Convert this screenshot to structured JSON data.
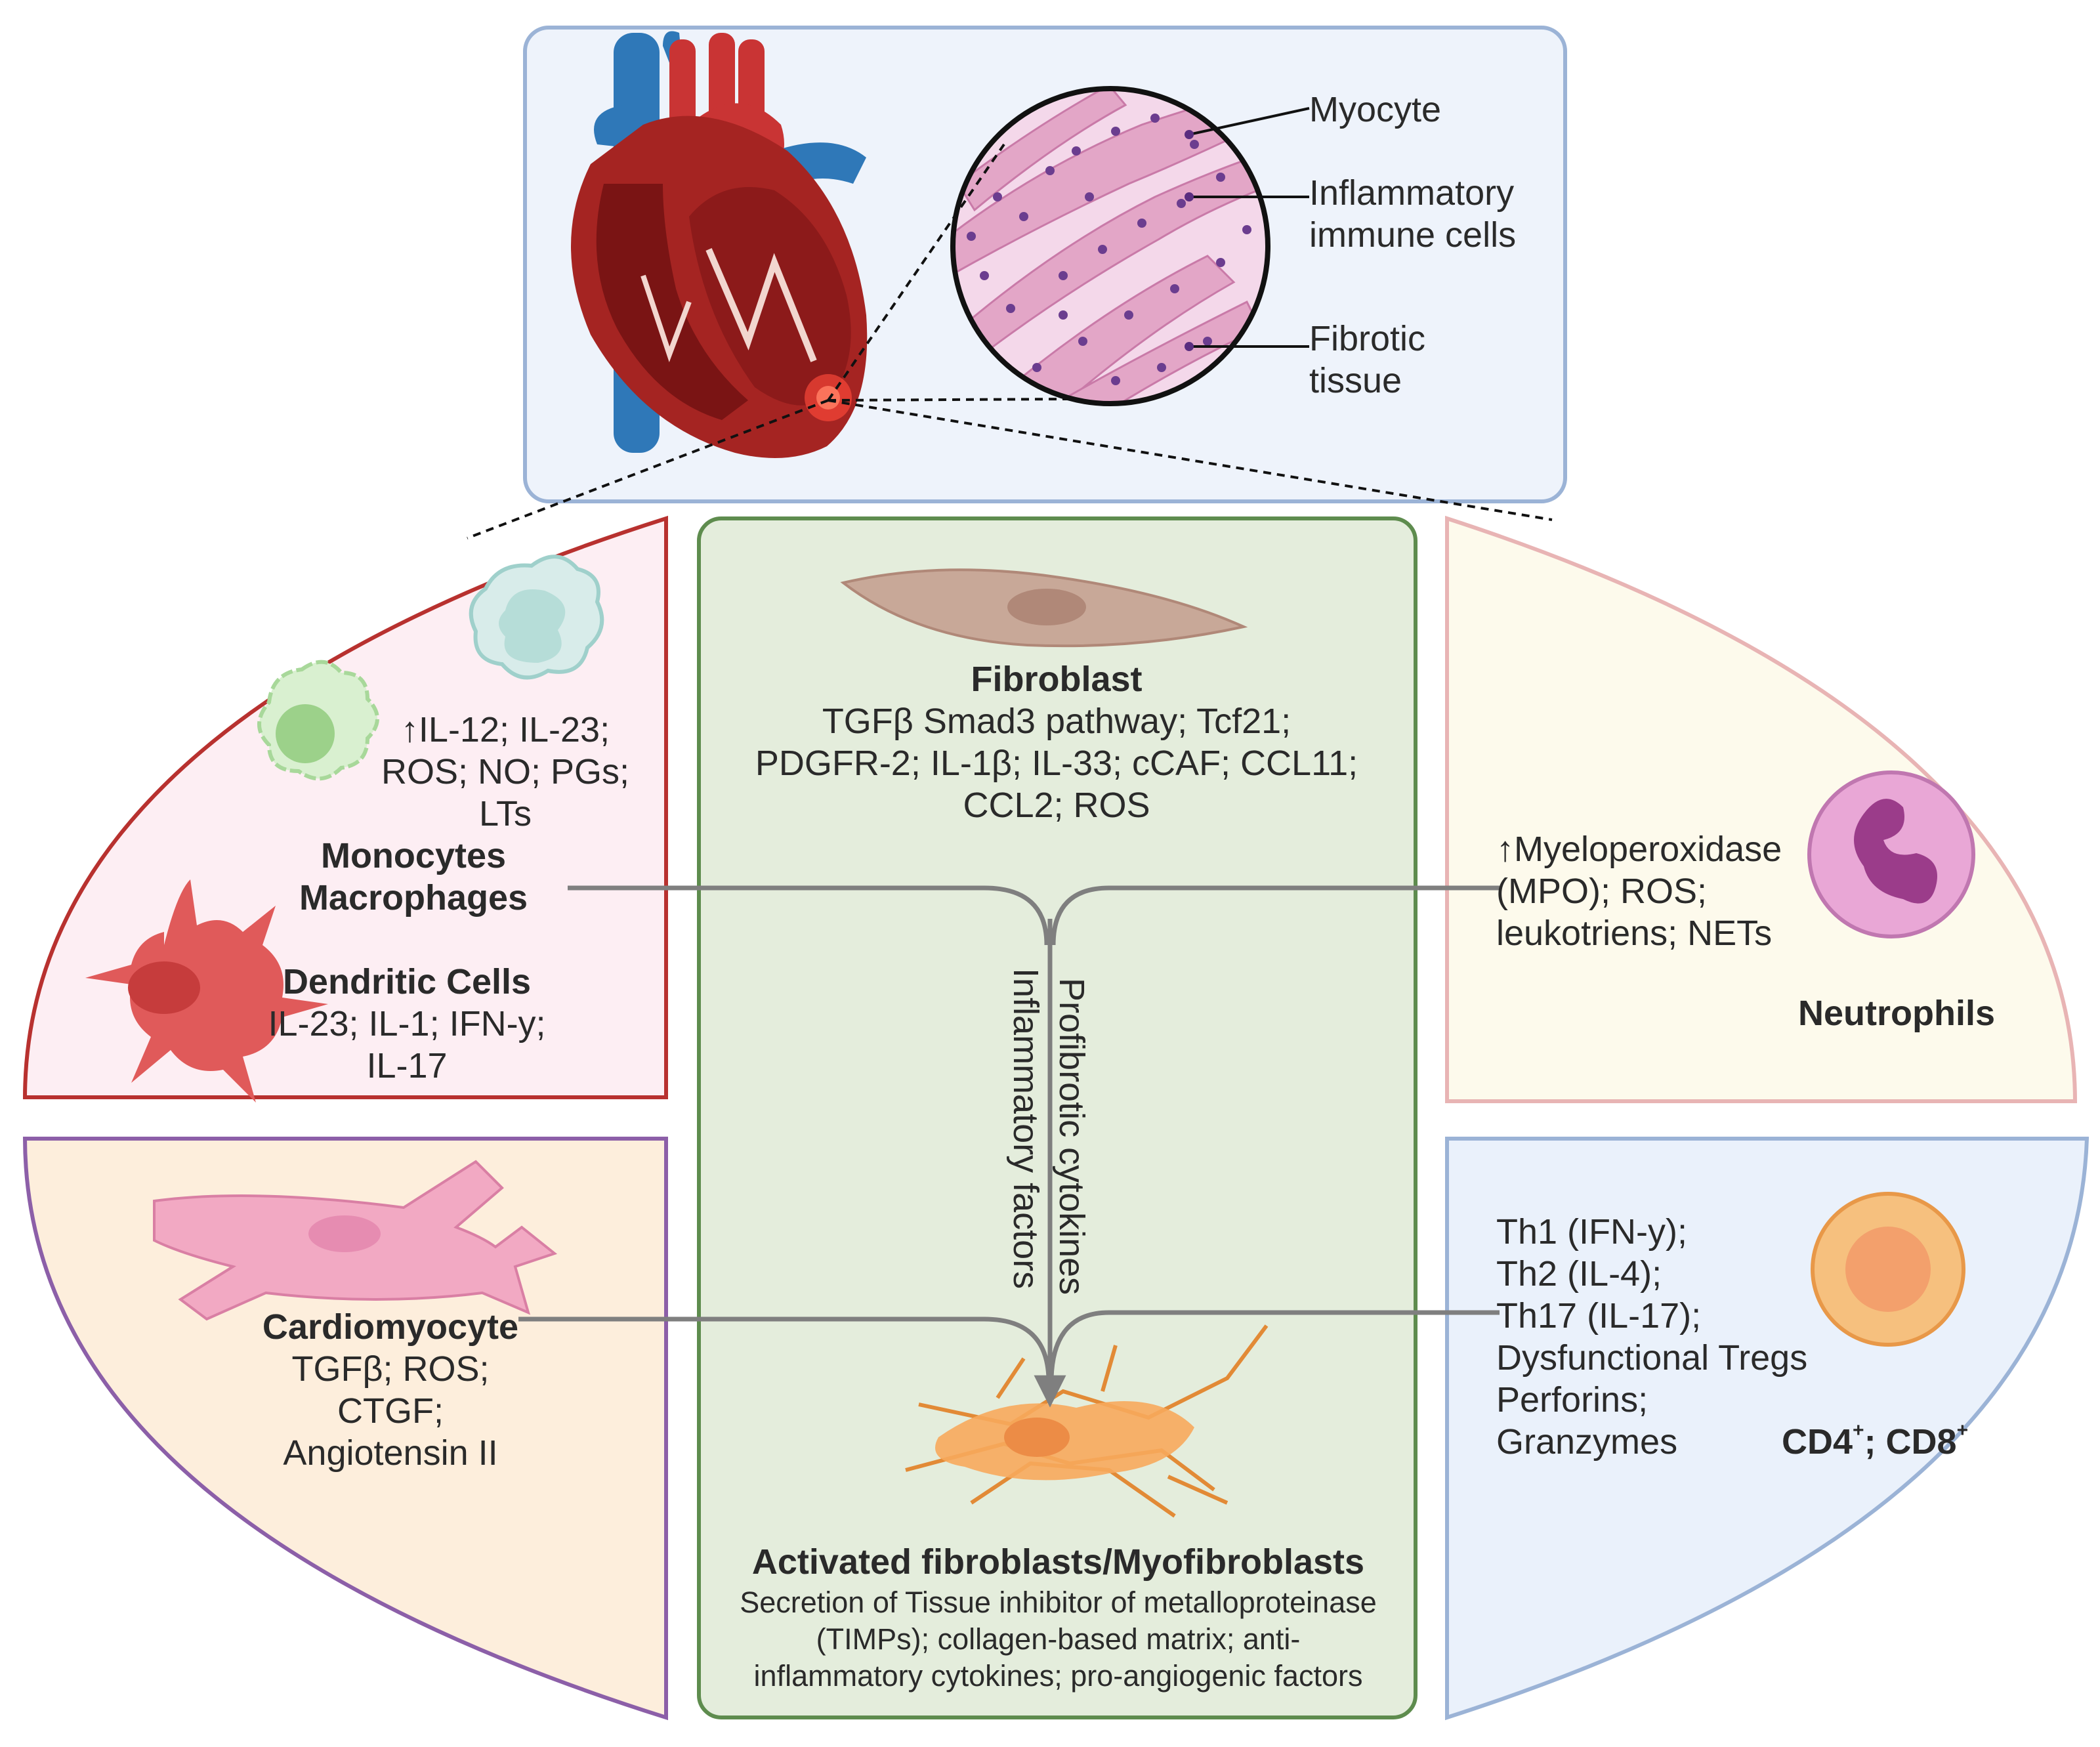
{
  "heart_panel": {
    "labels": {
      "myocyte": "Myocyte",
      "inflammatory_1": "Inflammatory",
      "inflammatory_2": "immune cells",
      "fibrotic_1": "Fibrotic",
      "fibrotic_2": "tissue"
    }
  },
  "mono_panel": {
    "cytokines": [
      "↑IL-12; IL-23;",
      "ROS; NO; PGs;",
      "LTs"
    ],
    "title_1": "Monocytes",
    "title_2": "Macrophages",
    "dendritic_title": "Dendritic Cells",
    "dendritic_lines": [
      "IL-23; IL-1; IFN-y;",
      "IL-17"
    ]
  },
  "fibroblast_panel": {
    "title": "Fibroblast",
    "lines": [
      "TGFβ Smad3 pathway; Tcf21;",
      "PDGFR-2; IL-1β; IL-33; cCAF; CCL11;",
      "CCL2; ROS"
    ],
    "vertical_1": "Profibrotic cytokines",
    "vertical_2": "Inflammatory factors",
    "activated_title": "Activated fibroblasts/Myofibroblasts",
    "activated_lines": [
      "Secretion of Tissue inhibitor of metalloproteinase",
      "(TIMPs); collagen-based matrix; anti-",
      "inflammatory cytokines; pro-angiogenic factors"
    ]
  },
  "neutro_panel": {
    "lines": [
      "↑Myeloperoxidase",
      "(MPO); ROS;",
      "leukotriens; NETs"
    ],
    "title": "Neutrophils"
  },
  "cardio_panel": {
    "title": "Cardiomyocyte",
    "lines": [
      "TGFβ; ROS;",
      "CTGF;",
      "Angiotensin II"
    ]
  },
  "tcell_panel": {
    "lines": [
      "Th1 (IFN-y);",
      "Th2 (IL-4);",
      "Th17 (IL-17);",
      "Dysfunctional Tregs",
      "Perforins;",
      "Granzymes"
    ],
    "title_cd4": "CD4",
    "title_sep": "; CD8",
    "sup": "+"
  },
  "colors": {
    "heart_panel_bg": "#eef3fb",
    "heart_panel_border": "#9bb3d6",
    "mono_bg": "#fdeef3",
    "mono_border": "#b8312f",
    "fibro_bg": "#e4eddc",
    "fibro_border": "#5e8c4e",
    "neutro_bg": "#fdfaec",
    "neutro_border": "#e8b4b4",
    "cardio_bg": "#fdeedc",
    "cardio_border": "#8c5fa8",
    "tcell_bg": "#eaf1fb",
    "tcell_border": "#9bb3d6",
    "arrow": "#7f7f7f"
  }
}
